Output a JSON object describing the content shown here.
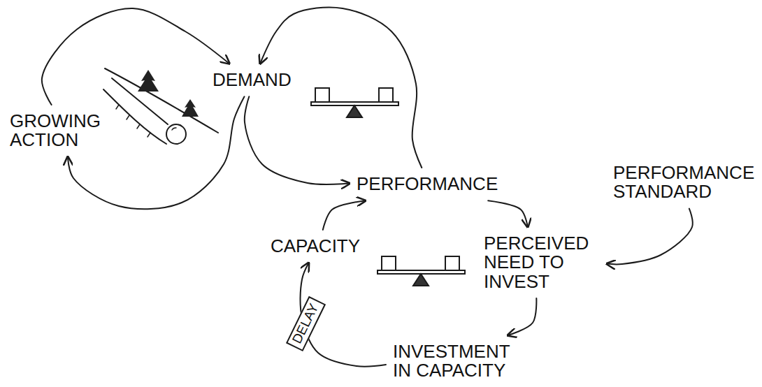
{
  "diagram": {
    "nodes": [
      {
        "text": [
          "DEMAND"
        ]
      },
      {
        "text": [
          "GROWING ACTION"
        ]
      },
      {
        "text": [
          "PERFORMANCE STANDARD"
        ]
      },
      {
        "text": [
          "PERFORMANCE"
        ]
      },
      {
        "text": [
          "CAPACITY"
        ]
      },
      {
        "text": [
          "PERCEIVED NEED TO INVEST"
        ]
      },
      {
        "text": [
          "INVESTMENT IN CAPACITY"
        ]
      }
    ],
    "edges": [
      {
        "from": 1,
        "to": 0,
        "arrow": "to"
      },
      {
        "from": 0,
        "to": 1,
        "arrow": "to"
      },
      {
        "from": 0,
        "to": 3,
        "arrow": "to"
      },
      {
        "from": 3,
        "to": 0,
        "arrow": "to"
      },
      {
        "from": 3,
        "to": 5,
        "arrow": "to"
      },
      {
        "from": 2,
        "to": 5,
        "arrow": "to"
      },
      {
        "from": 5,
        "to": 6,
        "arrow": "to"
      },
      {
        "from": 6,
        "to": 4,
        "label": "DELAY",
        "arrow": "to"
      },
      {
        "from": 4,
        "to": 3,
        "arrow": "to"
      }
    ]
  }
}
